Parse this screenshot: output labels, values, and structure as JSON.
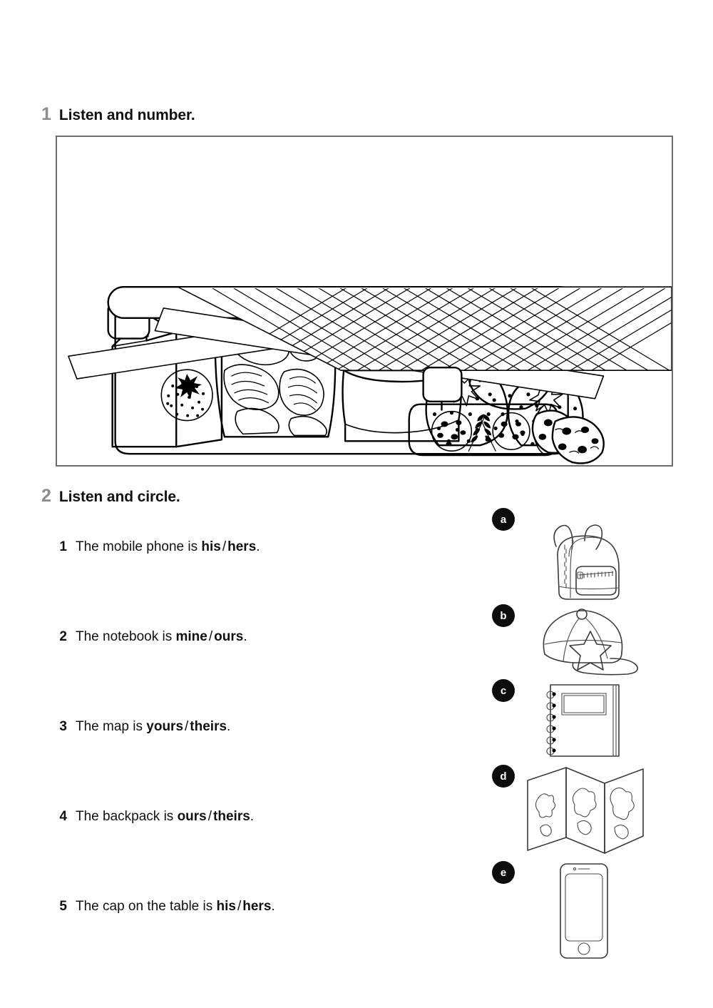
{
  "page": {
    "background": "#ffffff",
    "text_color": "#111111",
    "number_color": "#8d8d8d",
    "frame_color": "#6d6d6d",
    "badge_color": "#0d0d0d"
  },
  "exercises": [
    {
      "number": "1",
      "title": "Listen and number.",
      "type": "picture-labelling",
      "picture": {
        "scene": "picnic-basket-with-food",
        "items": [
          {
            "name": "juice-carton-with-orange",
            "label_box": "blank"
          },
          {
            "name": "bag-of-crisps",
            "label_box": "blank"
          },
          {
            "name": "salad-bowl-with-vegetables",
            "label_box": "blank"
          },
          {
            "name": "oranges",
            "label_box": "blank"
          },
          {
            "name": "cookie-packet-with-wheat",
            "label_box": "blank"
          }
        ],
        "basket": "wicker-picnic-basket-with-handle-and-checked-cloth"
      }
    },
    {
      "number": "2",
      "title": "Listen and circle.",
      "type": "choose-option",
      "sentences": [
        {
          "number": "1",
          "before": "The mobile phone is ",
          "option_a": "his",
          "separator": "/",
          "option_b": "hers",
          "after": "."
        },
        {
          "number": "2",
          "before": "The notebook is ",
          "option_a": "mine",
          "separator": "/",
          "option_b": "ours",
          "after": "."
        },
        {
          "number": "3",
          "before": "The map is ",
          "option_a": "yours",
          "separator": "/",
          "option_b": "theirs",
          "after": "."
        },
        {
          "number": "4",
          "before": "The backpack is ",
          "option_a": "ours",
          "separator": "/",
          "option_b": "theirs",
          "after": "."
        },
        {
          "number": "5",
          "before": "The cap on the table is ",
          "option_a": "his",
          "separator": "/",
          "option_b": "hers",
          "after": "."
        }
      ],
      "items": [
        {
          "letter": "a",
          "picture": "backpack"
        },
        {
          "letter": "b",
          "picture": "baseball-cap-with-star"
        },
        {
          "letter": "c",
          "picture": "ring-binder-notebook"
        },
        {
          "letter": "d",
          "picture": "folded-map"
        },
        {
          "letter": "e",
          "picture": "mobile-phone"
        }
      ]
    }
  ]
}
